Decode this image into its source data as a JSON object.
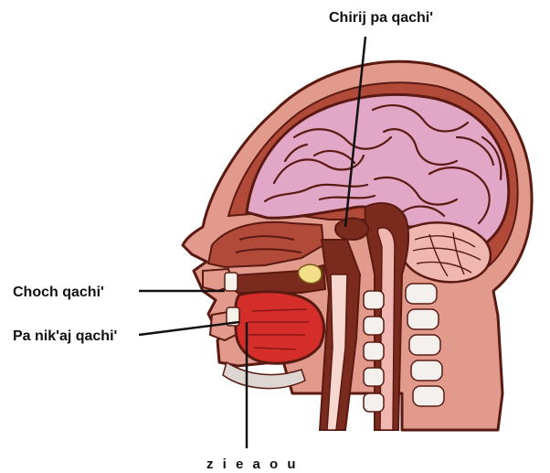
{
  "labels": {
    "top": "Chirij pa qachi'",
    "upper_left": "Choch qachi'",
    "lower_left": "Pa nik'aj qachi'",
    "bottom": "z i e a o u"
  },
  "colors": {
    "outline": "#5a1a12",
    "skin": "#e29a8d",
    "flesh": "#b24a3a",
    "brain": "#e2a6c6",
    "cerebellum": "#efb7b0",
    "dark_tissue": "#7a2b1e",
    "mouth": "#d42d2a",
    "bone": "#f4f0ee",
    "bone_shade": "#ded6d3",
    "tooth": "#f6f2ea",
    "leader": "#111111"
  }
}
